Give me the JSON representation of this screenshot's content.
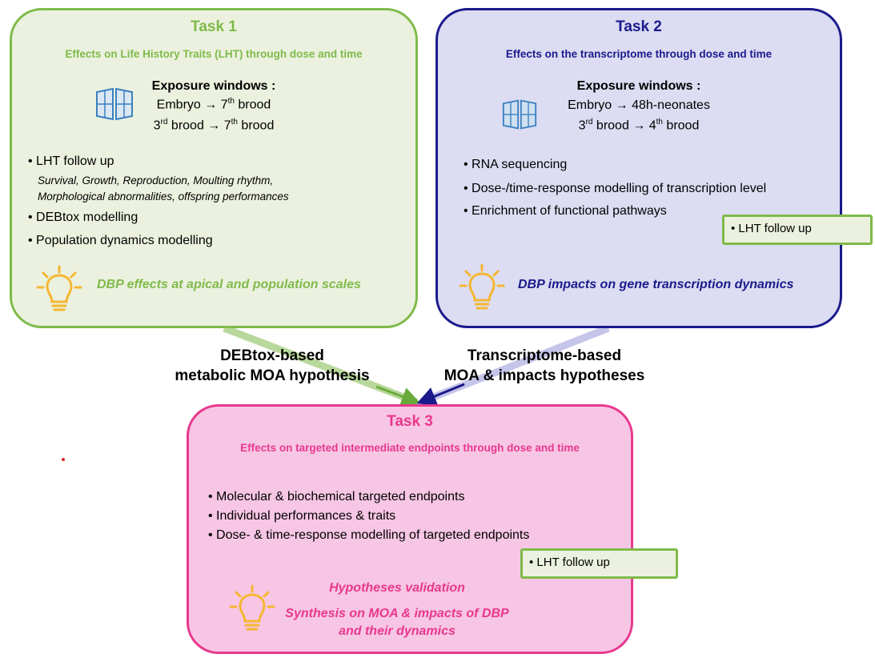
{
  "colors": {
    "task1_accent": "#7fba4a",
    "task2_accent": "#1a1a8c",
    "task3_accent": "#e8388e",
    "bulb": "#f5b731"
  },
  "task1": {
    "title": "Task 1",
    "subtitle": "Effects on Life History Traits (LHT) through dose and time",
    "exposure_heading": "Exposure windows :",
    "window1": {
      "pre": "Embryo →  7",
      "sup": "th",
      "post": " brood"
    },
    "window2": {
      "pre": "3",
      "sup": "rd",
      "post": " brood →  7",
      "sup2": "th",
      "post2": " brood"
    },
    "bullet1": "• LHT follow up",
    "detail1": "Survival, Growth, Reproduction, Moulting rhythm,",
    "detail2": "Morphological abnormalities, offspring performances",
    "bullet2": "• DEBtox modelling",
    "bullet3": "• Population dynamics modelling",
    "conclusion": "DBP effects at apical and population scales",
    "icons": [
      "window-icon",
      "lightbulb-icon"
    ]
  },
  "task2": {
    "title": "Task 2",
    "subtitle": "Effects on the transcriptome through dose and time",
    "exposure_heading": "Exposure windows :",
    "window1": "Embryo → 48h-neonates",
    "window2": {
      "pre": "3",
      "sup": "rd",
      "post": " brood → 4",
      "sup2": "th",
      "post2": " brood"
    },
    "bullet1": "• RNA sequencing",
    "bullet2": "• Dose-/time-response modelling of transcription level",
    "bullet3": "• Enrichment of functional pathways",
    "lht": "• LHT follow up",
    "conclusion": "DBP impacts on gene transcription dynamics"
  },
  "arrows": {
    "left_label_line1": "DEBtox-based",
    "left_label_line2": "metabolic MOA hypothesis",
    "right_label_line1": "Transcriptome-based",
    "right_label_line2": "MOA & impacts hypotheses"
  },
  "task3": {
    "title": "Task 3",
    "subtitle": "Effects on targeted intermediate endpoints through dose and time",
    "bullet1": "• Molecular & biochemical targeted endpoints",
    "bullet2": "• Individual performances & traits",
    "bullet3": "• Dose- & time-response modelling of targeted endpoints",
    "lht": "• LHT follow up",
    "conclusion_line1": "Hypotheses validation",
    "conclusion_line2": "Synthesis on MOA & impacts of DBP",
    "conclusion_line3": "and their dynamics"
  }
}
